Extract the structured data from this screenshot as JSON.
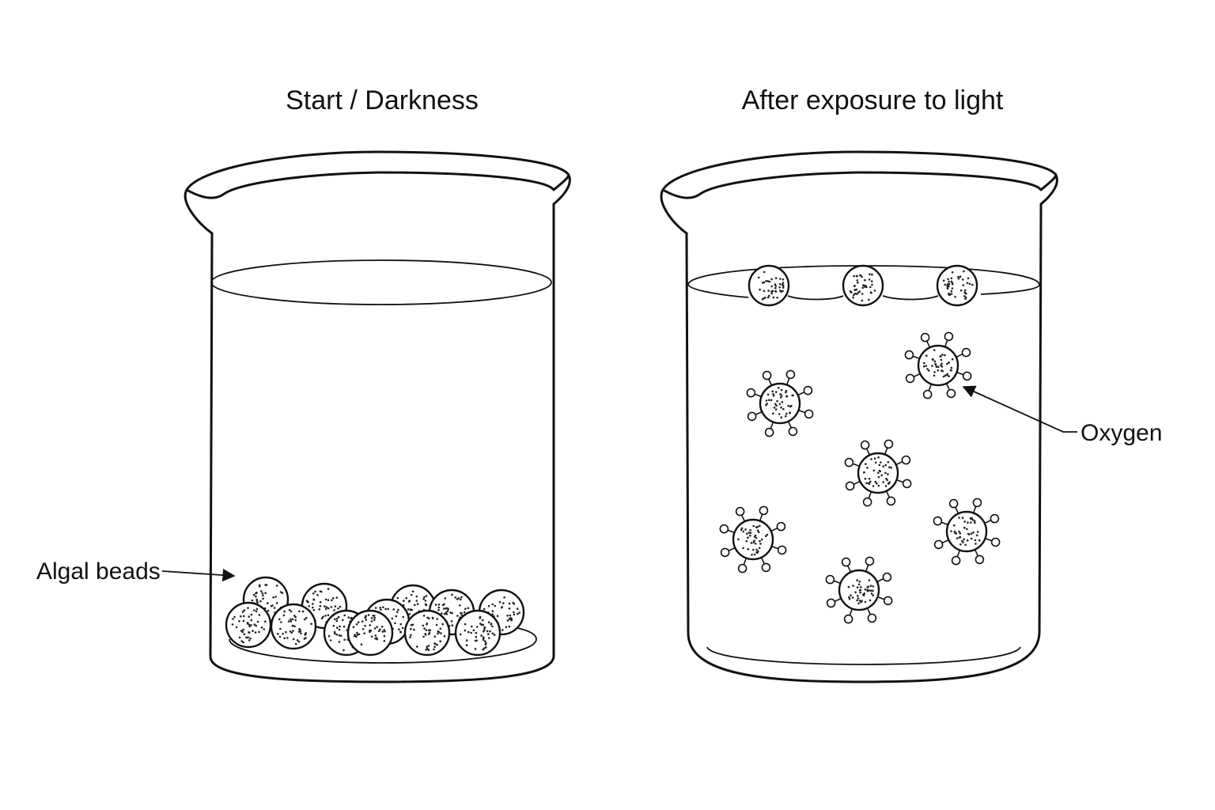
{
  "panels": {
    "left": {
      "title": "Start / Darkness"
    },
    "right": {
      "title": "After exposure to light"
    }
  },
  "labels": {
    "algal_beads": "Algal beads",
    "oxygen": "Oxygen"
  },
  "counts": {
    "beads_sunk": 12,
    "beads_floating_surface": 3,
    "beads_with_oxygen_bubbles": 6
  }
}
